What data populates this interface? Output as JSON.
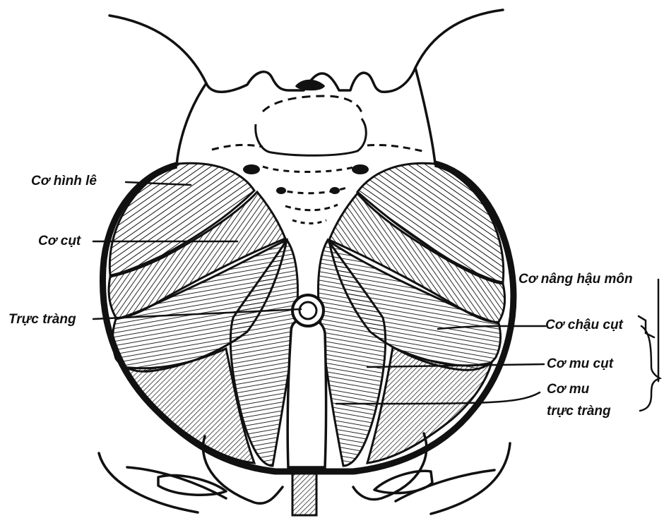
{
  "labels": {
    "piriformis": "Cơ hình lê",
    "coccygeus": "Cơ cụt",
    "rectum": "Trực tràng",
    "levator_ani": "Cơ nâng hậu môn",
    "iliococcygeus": "Cơ chậu cụt",
    "pubococcygeus": "Cơ mu cụt",
    "puborectalis_line1": "Cơ mu",
    "puborectalis_line2": "trực tràng"
  },
  "colors": {
    "ink": "#111111",
    "paper": "#ffffff"
  }
}
